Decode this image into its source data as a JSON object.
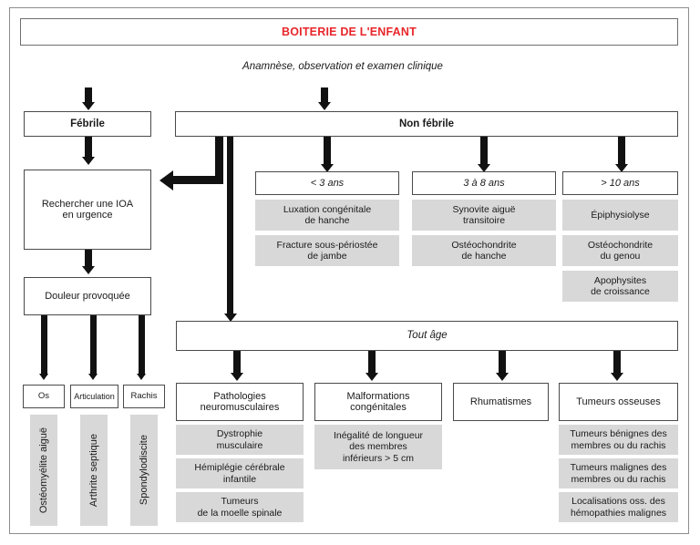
{
  "diagram": {
    "title": "BOITERIE DE L'ENFANT",
    "title_color": "#e8262b",
    "subtitle": "Anamnèse, observation et examen clinique",
    "branch_febrile": "Fébrile",
    "branch_non_febrile": "Non fébrile",
    "febrile_path": {
      "step1": "Rechercher une IOA\nen urgence",
      "step1_line1": "Rechercher une IOA",
      "step1_line2": "en urgence",
      "step2": "Douleur provoquée",
      "sites": [
        {
          "label": "Os",
          "diagnosis": "Ostéomyélite aiguë"
        },
        {
          "label": "Articulation",
          "diagnosis": "Arthrite septique"
        },
        {
          "label": "Rachis",
          "diagnosis": "Spondylodiscite"
        }
      ]
    },
    "age_groups": [
      {
        "label": "< 3 ans",
        "items": [
          "Luxation congénitale\nde hanche",
          "Fracture sous-périostée\nde jambe"
        ]
      },
      {
        "label": "3 à 8 ans",
        "items": [
          "Synovite aiguë\ntransitoire",
          "Ostéochondrite\nde hanche"
        ]
      },
      {
        "label": "> 10 ans",
        "items": [
          "Épiphysiolyse",
          "Ostéochondrite\ndu genou",
          "Apophysites\nde croissance"
        ]
      }
    ],
    "all_ages_label": "Tout âge",
    "all_ages_categories": [
      {
        "label": "Pathologies\nneuromusculaires",
        "items": [
          "Dystrophie\nmusculaire",
          "Hémiplégie cérébrale\ninfantile",
          "Tumeurs\nde la moelle spinale"
        ]
      },
      {
        "label": "Malformations\ncongénitales",
        "items": [
          "Inégalité de longueur\ndes membres\ninférieurs > 5 cm"
        ]
      },
      {
        "label": "Rhumatismes",
        "items": []
      },
      {
        "label": "Tumeurs osseuses",
        "items": [
          "Tumeurs bénignes des\nmembres ou du rachis",
          "Tumeurs malignes des\nmembres ou du rachis",
          "Localisations oss. des\nhémopathies malignes"
        ]
      }
    ]
  }
}
